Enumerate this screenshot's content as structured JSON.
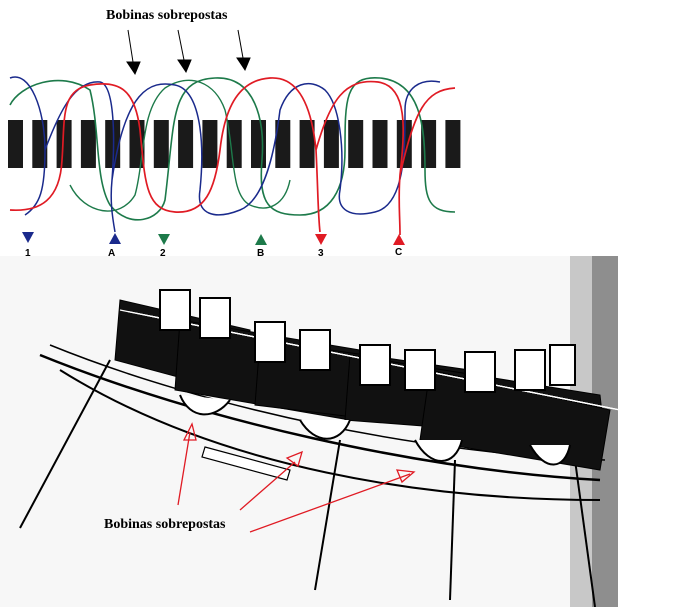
{
  "top_figure": {
    "title_label": "Bobinas sobrepostas",
    "terminals": [
      {
        "label": "1",
        "color": "#1a2a8c"
      },
      {
        "label": "A",
        "color": "#1a2a8c"
      },
      {
        "label": "2",
        "color": "#1d7a4a"
      },
      {
        "label": "B",
        "color": "#1d7a4a"
      },
      {
        "label": "3",
        "color": "#e01b24"
      },
      {
        "label": "C",
        "color": "#e01b24"
      }
    ],
    "slot_count": 19
  },
  "bottom_figure": {
    "title_label": "Bobinas sobrepostas"
  },
  "colors": {
    "phase_blue": "#1a2a8c",
    "phase_green": "#1d7a4a",
    "phase_red": "#e01b24",
    "slot_fill": "#1a1a1a",
    "arrow_red": "#e01b24"
  }
}
